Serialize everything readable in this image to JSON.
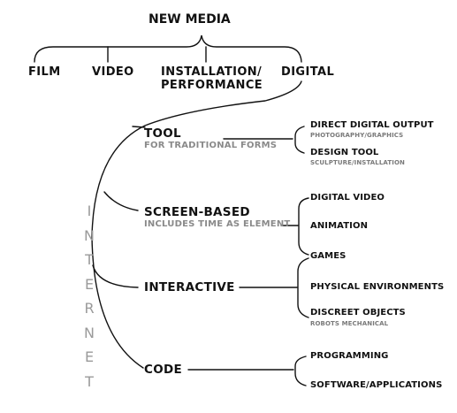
{
  "title": "NEW MEDIA",
  "categories": [
    "FILM",
    "VIDEO",
    "INSTALLATION/",
    "PERFORMANCE",
    "DIGITAL"
  ],
  "tool": {
    "label": "TOOL",
    "sublabel": "FOR TRADITIONAL FORMS",
    "outputs": [
      {
        "label": "DIRECT DIGITAL OUTPUT",
        "sublabel": "PHOTOGRAPHY/GRAPHICS"
      },
      {
        "label": "DESIGN TOOL",
        "sublabel": "SCULPTURE/INSTALLATION"
      }
    ]
  },
  "screen": {
    "label": "SCREEN-BASED",
    "sublabel": "INCLUDES TIME AS ELEMENT",
    "outputs": [
      "DIGITAL VIDEO",
      "ANIMATION",
      "GAMES"
    ]
  },
  "interactive": {
    "label": "INTERACTIVE",
    "outputs": [
      {
        "label": "PHYSICAL ENVIRONMENTS"
      },
      {
        "label": "DISCREET OBJECTS",
        "sublabel": "ROBOTS  MECHANICAL"
      }
    ]
  },
  "code": {
    "label": "CODE",
    "outputs": [
      "PROGRAMMING",
      "SOFTWARE/APPLICATIONS"
    ]
  },
  "internet": [
    "I",
    "N",
    "T",
    "E",
    "R",
    "N",
    "E",
    "T"
  ],
  "colors": {
    "ink": "#111111",
    "gray": "#8a8a8a"
  }
}
